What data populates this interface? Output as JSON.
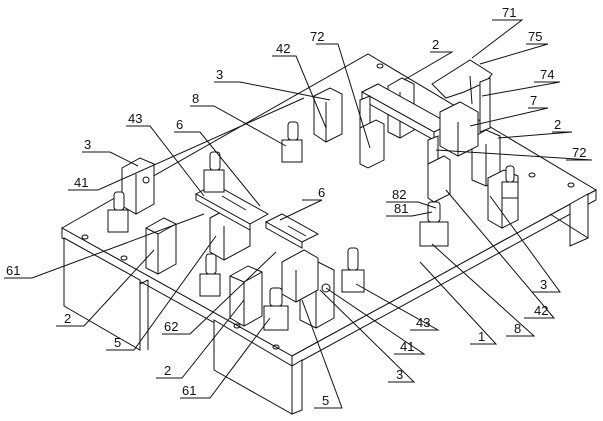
{
  "figure": {
    "type": "isometric mechanical assembly drawing",
    "labels": [
      {
        "id": "71",
        "text": "71"
      },
      {
        "id": "75",
        "text": "75"
      },
      {
        "id": "2a",
        "text": "2"
      },
      {
        "id": "74",
        "text": "74"
      },
      {
        "id": "7",
        "text": "7"
      },
      {
        "id": "2b",
        "text": "2"
      },
      {
        "id": "72a",
        "text": "72"
      },
      {
        "id": "72b",
        "text": "72"
      },
      {
        "id": "42a",
        "text": "42"
      },
      {
        "id": "3a",
        "text": "3"
      },
      {
        "id": "8a",
        "text": "8"
      },
      {
        "id": "43a",
        "text": "43"
      },
      {
        "id": "6a",
        "text": "6"
      },
      {
        "id": "3b",
        "text": "3"
      },
      {
        "id": "41a",
        "text": "41"
      },
      {
        "id": "6b",
        "text": "6"
      },
      {
        "id": "82",
        "text": "82"
      },
      {
        "id": "81",
        "text": "81"
      },
      {
        "id": "61a",
        "text": "61"
      },
      {
        "id": "2c",
        "text": "2"
      },
      {
        "id": "5a",
        "text": "5"
      },
      {
        "id": "62",
        "text": "62"
      },
      {
        "id": "2d",
        "text": "2"
      },
      {
        "id": "61b",
        "text": "61"
      },
      {
        "id": "5b",
        "text": "5"
      },
      {
        "id": "3c",
        "text": "3"
      },
      {
        "id": "41b",
        "text": "41"
      },
      {
        "id": "43b",
        "text": "43"
      },
      {
        "id": "1",
        "text": "1"
      },
      {
        "id": "8b",
        "text": "8"
      },
      {
        "id": "42b",
        "text": "42"
      },
      {
        "id": "3d",
        "text": "3"
      }
    ]
  }
}
